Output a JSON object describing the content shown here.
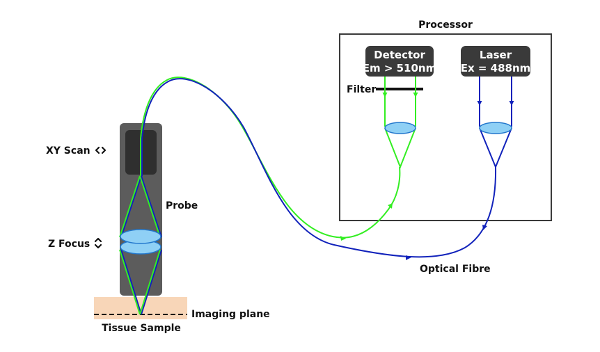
{
  "labels": {
    "processor": "Processor",
    "filter": "Filter",
    "xy_scan": "XY Scan",
    "probe": "Probe",
    "z_focus": "Z Focus",
    "imaging_plane": "Imaging plane",
    "tissue_sample": "Tissue Sample",
    "optical_fibre": "Optical Fibre"
  },
  "detector": {
    "line1": "Detector",
    "line2": "Em > 510nm"
  },
  "laser": {
    "line1": "Laser",
    "line2": "Ex = 488nm"
  },
  "colors": {
    "emission": "#33ee22",
    "excitation": "#1122bb",
    "lens_fill": "#8fd0f5",
    "lens_stroke": "#2277cc",
    "probe_body": "#5c5c5c",
    "box_fill": "#3a3a3a",
    "tissue": "#f8d6b8",
    "imaging_line": "#111111"
  },
  "icons": {
    "xy_scan": "left-right-chevrons-icon",
    "z_focus": "up-down-chevrons-icon"
  }
}
